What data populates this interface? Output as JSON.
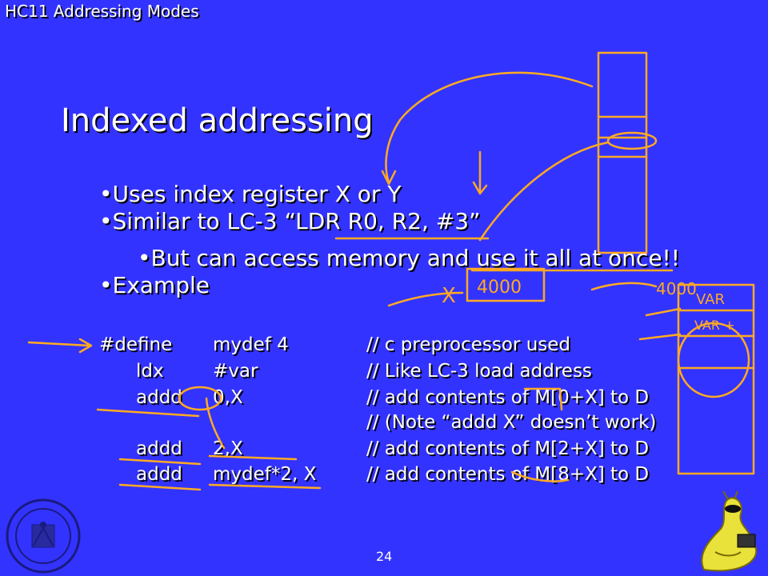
{
  "header": {
    "title": "HC11 Addressing Modes"
  },
  "slide": {
    "title": "Indexed addressing",
    "bullets": [
      "•Uses index register X or Y",
      "•Similar to LC-3 “LDR R0, R2, #3”",
      "•But can access memory and use it all at once!!",
      "•Example"
    ],
    "code": [
      {
        "label": "#define",
        "op": "",
        "arg": "mydef   4",
        "comment": "// c preprocessor used"
      },
      {
        "label": "",
        "op": "ldx",
        "arg": "#var",
        "comment": "// Like LC-3 load address"
      },
      {
        "label": "",
        "op": "addd",
        "arg": "0,X",
        "comment": "// add contents of M[0+X] to D"
      },
      {
        "label": "",
        "op": "",
        "arg": "",
        "comment": "// (Note “addd  X” doesn’t work)"
      },
      {
        "label": "",
        "op": "addd",
        "arg": "2,X",
        "comment": "// add contents of M[2+X] to D"
      },
      {
        "label": "",
        "op": "addd",
        "arg": "mydef*2, X",
        "comment": "// add contents of M[8+X] to D"
      }
    ],
    "page_number": "24"
  },
  "annotations": {
    "x_label": "X",
    "x_value": "4000",
    "arrow_value": "4000",
    "mem_var": "VAR",
    "mem_var_plus": "VAR +"
  },
  "colors": {
    "background": "#3333ff",
    "text": "#ffffff",
    "ink": "#ffaa22"
  }
}
